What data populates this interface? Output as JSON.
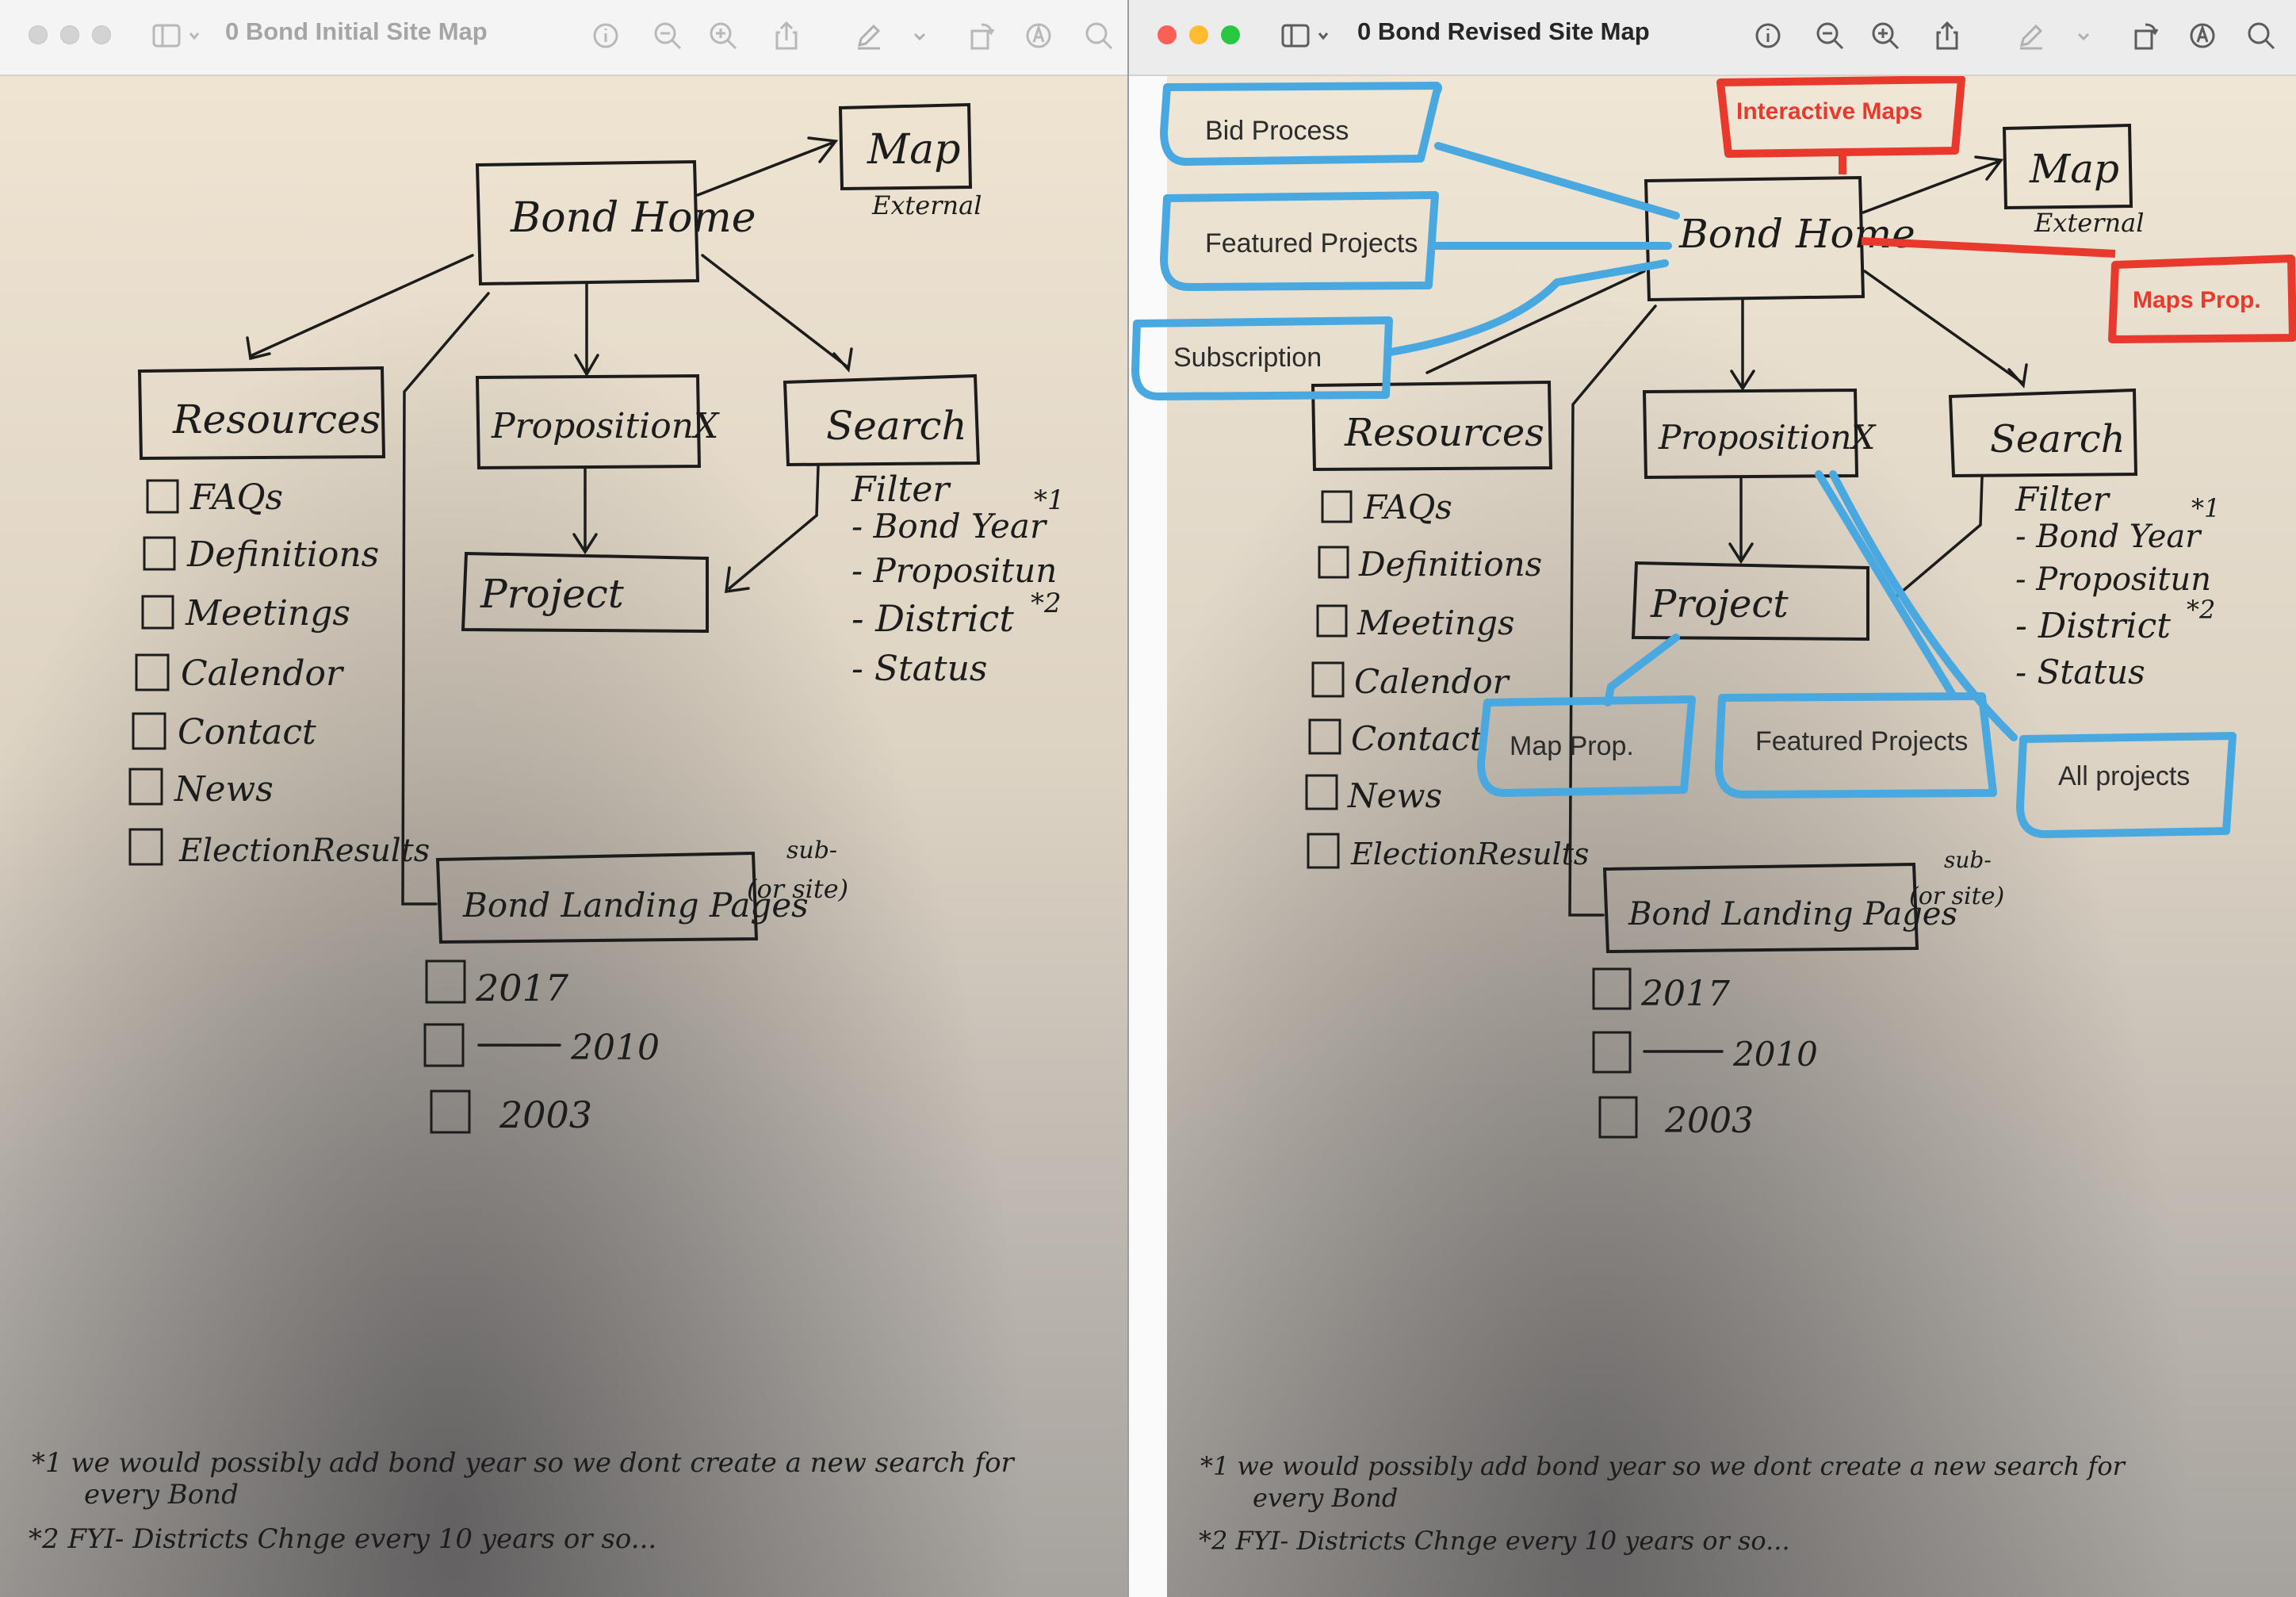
{
  "left_window": {
    "title": "0 Bond Initial Site Map",
    "active": false,
    "sketch": {
      "bond_home": "Bond Home",
      "map": "Map",
      "map_note": "External",
      "resources": "Resources",
      "resource_items": [
        "FAQs",
        "Definitions",
        "Meetings",
        "Calendor",
        "Contact",
        "News",
        "ElectionResults"
      ],
      "proposition": "PropositionX",
      "project": "Project",
      "search": "Search",
      "search_items": [
        "Filter",
        "- Bond Year",
        "- Propositun",
        "- District",
        "- Status"
      ],
      "footnote_mark_1": "*1",
      "footnote_mark_2": "*2",
      "landing": "Bond Landing Pages",
      "landing_note_a": "sub-",
      "landing_note_b": "(or site)",
      "years": [
        "2017",
        "2010",
        "2003"
      ],
      "footnote_1": "*1 we would possibly add bond year so we dont create a new search for",
      "footnote_1_cont": "every Bond",
      "footnote_2": "*2 FYI- Districts Chnge every 10 years or so..."
    }
  },
  "right_window": {
    "title": "0 Bond Revised Site Map",
    "active": true,
    "annotations_blue": [
      "Bid Process",
      "Featured Projects",
      "Subscription",
      "Map Prop.",
      "Featured Projects",
      "All projects"
    ],
    "annotations_red": [
      "Interactive Maps",
      "Maps Prop."
    ]
  },
  "colors": {
    "annotation_blue": "#4aa8e0",
    "annotation_red": "#e8392c"
  }
}
